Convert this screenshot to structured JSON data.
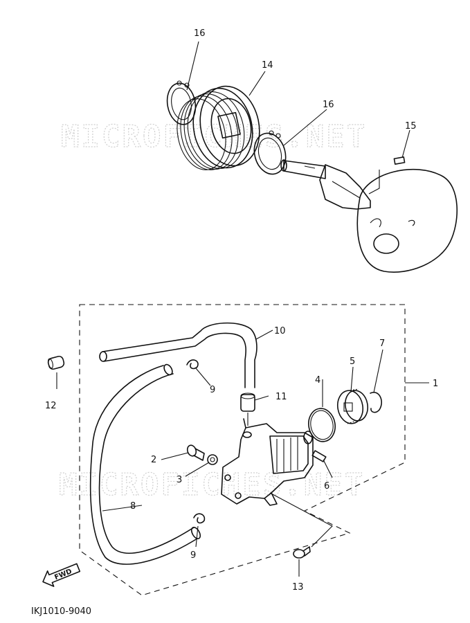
{
  "watermark": "MICROFICHES.NET",
  "diagram_code": "IKJ1010-9040",
  "fwd_label": "FWD",
  "part_labels": {
    "p1": "1",
    "p2": "2",
    "p3": "3",
    "p4": "4",
    "p5": "5",
    "p6": "6",
    "p7": "7",
    "p8": "8",
    "p9a": "9",
    "p9b": "9",
    "p10": "10",
    "p11": "11",
    "p12": "12",
    "p13": "13",
    "p14": "14",
    "p15": "15",
    "p16a": "16",
    "p16b": "16"
  }
}
